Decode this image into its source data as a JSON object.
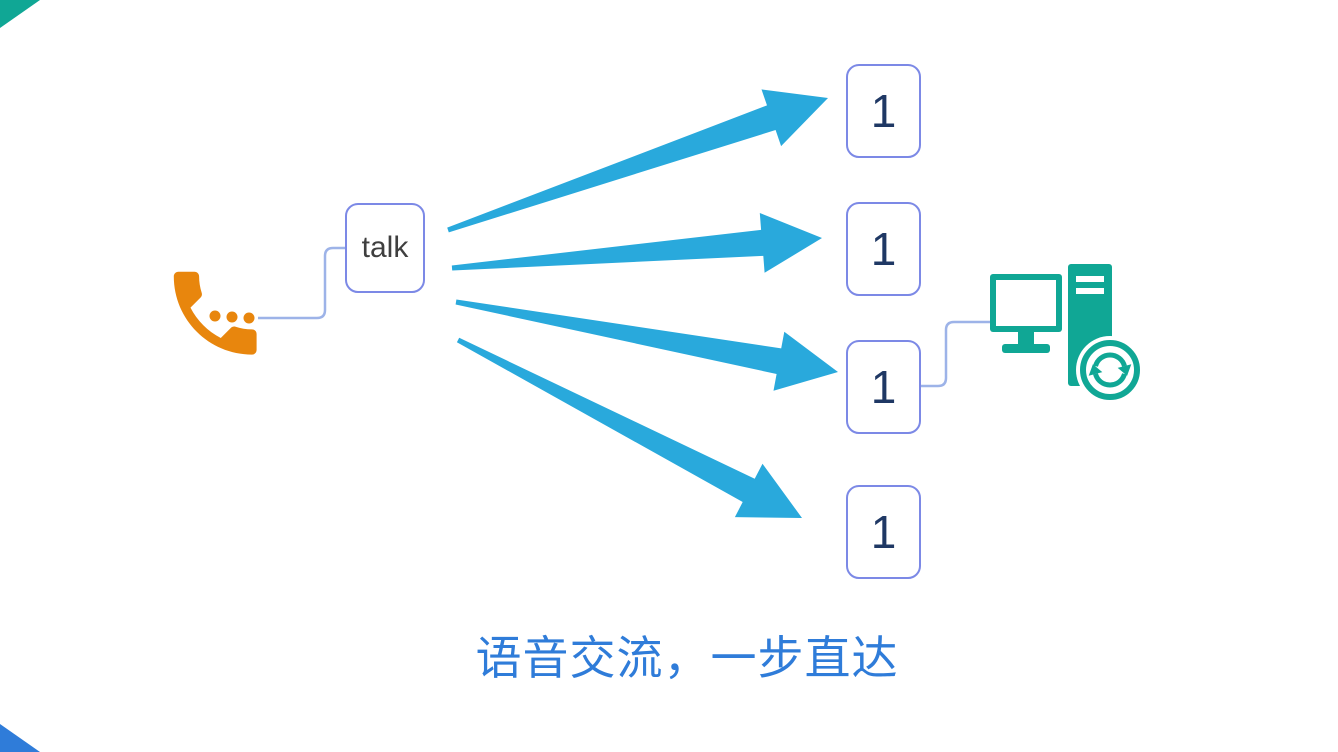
{
  "slide": {
    "source_node": {
      "label": "talk"
    },
    "target_nodes": [
      {
        "label": "1"
      },
      {
        "label": "1"
      },
      {
        "label": "1"
      },
      {
        "label": "1"
      }
    ],
    "caption": "语音交流，一步直达",
    "icons": {
      "phone": "telephone-handset-icon",
      "computer": "computer-with-sync-icon",
      "sync": "sync-refresh-icon"
    },
    "colors": {
      "arrow": "#29A9DC",
      "node_border": "#7C89E6",
      "node_text": "#1F3864",
      "phone": "#E8860D",
      "computer": "#10A795",
      "caption": "#2F7CD9",
      "connector": "#9DB3E8",
      "accent_teal": "#10A795",
      "accent_blue": "#2F7CD9"
    }
  }
}
